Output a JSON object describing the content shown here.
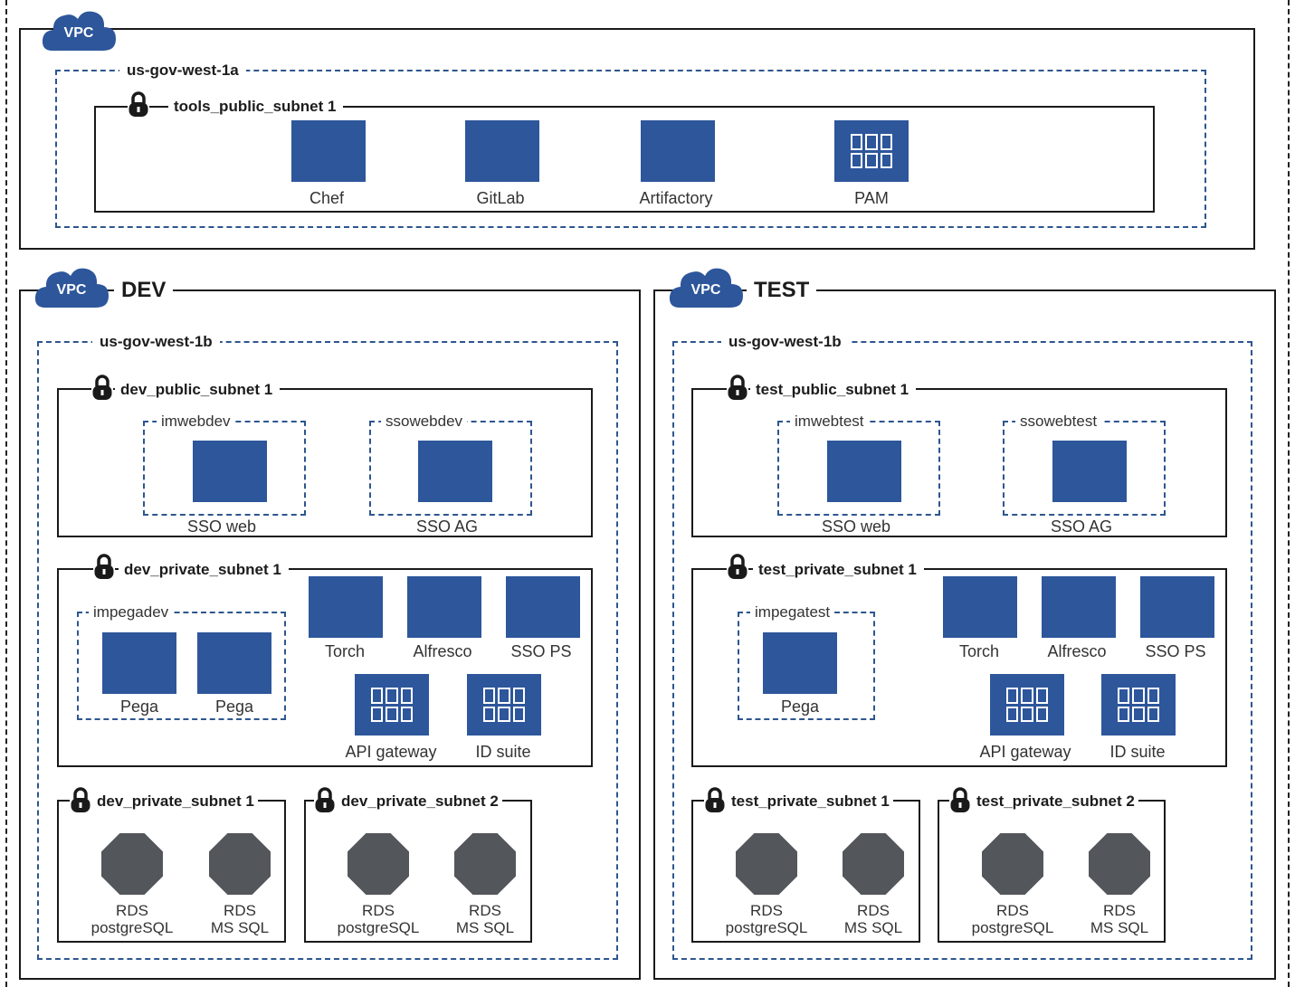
{
  "colors": {
    "service": "#2d569b",
    "database": "#53565b",
    "region_dash": "#2d568f",
    "vpc_border": "#1a1a1a"
  },
  "icons": {
    "vpc": "cloud-icon",
    "subnet": "lock-icon",
    "service": "square-icon",
    "suite": "grid-icon",
    "db": "octagon-icon"
  },
  "tools": {
    "vpc_label": "VPC",
    "region": "us-gov-west-1a",
    "subnet": "tools_public_subnet 1",
    "services": [
      "Chef",
      "GitLab",
      "Artifactory",
      "PAM"
    ]
  },
  "dev": {
    "vpc_label": "VPC",
    "env": "DEV",
    "region": "us-gov-west-1b",
    "public_subnet": {
      "name": "dev_public_subnet 1",
      "groups": [
        {
          "name": "imwebdev",
          "service": "SSO web"
        },
        {
          "name": "ssowebdev",
          "service": "SSO AG"
        }
      ]
    },
    "private_subnet": {
      "name": "dev_private_subnet 1",
      "group": {
        "name": "impegadev",
        "services": [
          "Pega",
          "Pega"
        ]
      },
      "services": [
        "Torch",
        "Alfresco",
        "SSO PS"
      ],
      "suites": [
        "API gateway",
        "ID suite"
      ]
    },
    "db_subnets": [
      {
        "name": "dev_private_subnet 1",
        "dbs": [
          {
            "line1": "RDS",
            "line2": "postgreSQL"
          },
          {
            "line1": "RDS",
            "line2": "MS SQL"
          }
        ]
      },
      {
        "name": "dev_private_subnet 2",
        "dbs": [
          {
            "line1": "RDS",
            "line2": "postgreSQL"
          },
          {
            "line1": "RDS",
            "line2": "MS SQL"
          }
        ]
      }
    ]
  },
  "test": {
    "vpc_label": "VPC",
    "env": "TEST",
    "region": "us-gov-west-1b",
    "public_subnet": {
      "name": "test_public_subnet 1",
      "groups": [
        {
          "name": "imwebtest",
          "service": "SSO web"
        },
        {
          "name": "ssowebtest",
          "service": "SSO AG"
        }
      ]
    },
    "private_subnet": {
      "name": "test_private_subnet 1",
      "group": {
        "name": "impegatest",
        "services": [
          "Pega"
        ]
      },
      "services": [
        "Torch",
        "Alfresco",
        "SSO PS"
      ],
      "suites": [
        "API gateway",
        "ID suite"
      ]
    },
    "db_subnets": [
      {
        "name": "test_private_subnet 1",
        "dbs": [
          {
            "line1": "RDS",
            "line2": "postgreSQL"
          },
          {
            "line1": "RDS",
            "line2": "MS SQL"
          }
        ]
      },
      {
        "name": "test_private_subnet 2",
        "dbs": [
          {
            "line1": "RDS",
            "line2": "postgreSQL"
          },
          {
            "line1": "RDS",
            "line2": "MS SQL"
          }
        ]
      }
    ]
  }
}
